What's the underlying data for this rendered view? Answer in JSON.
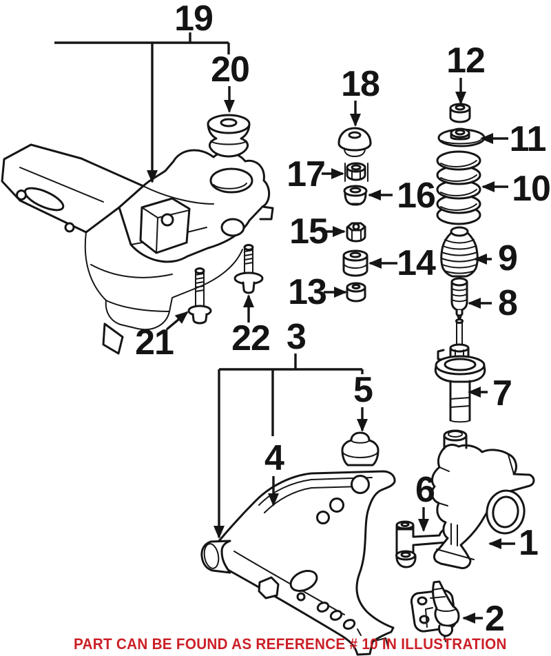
{
  "diagram": {
    "caption": {
      "text": "PART CAN BE FOUND AS REFERENCE # 10 IN ILLUSTRATION",
      "color": "#cc2028",
      "referenced_number": "10"
    },
    "colors": {
      "background": "#ffffff",
      "line": "#151515",
      "caption_red": "#cc2028"
    },
    "callouts": {
      "c1": {
        "label": "1"
      },
      "c2": {
        "label": "2"
      },
      "c3": {
        "label": "3"
      },
      "c4": {
        "label": "4"
      },
      "c5": {
        "label": "5"
      },
      "c6": {
        "label": "6"
      },
      "c7": {
        "label": "7"
      },
      "c8": {
        "label": "8"
      },
      "c9": {
        "label": "9"
      },
      "c10": {
        "label": "10"
      },
      "c11": {
        "label": "11"
      },
      "c12": {
        "label": "12"
      },
      "c13": {
        "label": "13"
      },
      "c14": {
        "label": "14"
      },
      "c15": {
        "label": "15"
      },
      "c16": {
        "label": "16"
      },
      "c17": {
        "label": "17"
      },
      "c18": {
        "label": "18"
      },
      "c19": {
        "label": "19"
      },
      "c20": {
        "label": "20"
      },
      "c21": {
        "label": "21"
      },
      "c22": {
        "label": "22"
      }
    }
  }
}
